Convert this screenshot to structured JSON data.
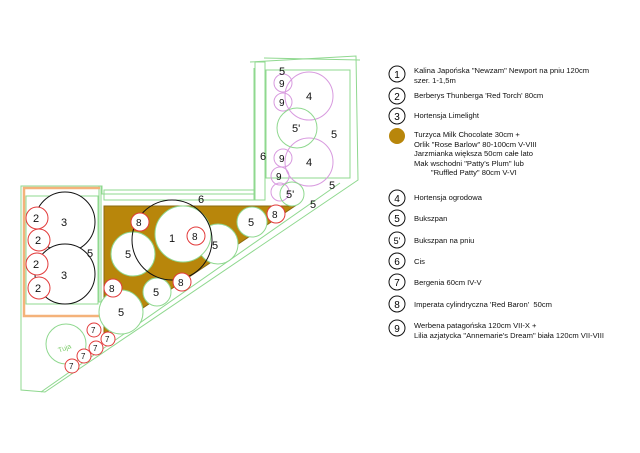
{
  "plan": {
    "shade_color": "#b8860b",
    "label_1": "1",
    "label_2": "2",
    "label_3": "3",
    "label_4": "4",
    "label_5": "5",
    "label_5p": "5'",
    "label_6": "6",
    "label_7": "7",
    "label_8": "8",
    "label_9": "9",
    "tuja": "Tuja"
  },
  "legend": {
    "items": [
      {
        "num": "1",
        "text": "Kalina Japońska \"Newzam\" Newport na pniu 120cm\nszer. 1-1,5m"
      },
      {
        "num": "2",
        "text": "Berberys Thunberga 'Red Torch' 80cm"
      },
      {
        "num": "3",
        "text": "Hortensja Limelight"
      },
      {
        "num": "",
        "text": "Turzyca Milk Chocolate 30cm +\nOrlik \"Rose Barlow\" 80-100cm V-VIII\nJarzmianka większa 50cm całe lato\nMak wschodni \"Patty's Plum\" lub\n        \"Ruffled Patty\" 80cm V-VI"
      },
      {
        "num": "4",
        "text": "Hortensja ogrodowa"
      },
      {
        "num": "5",
        "text": "Bukszpan"
      },
      {
        "num": "5'",
        "text": "Bukszpan na pniu"
      },
      {
        "num": "6",
        "text": "Cis"
      },
      {
        "num": "7",
        "text": "Bergenia 60cm IV-V"
      },
      {
        "num": "8",
        "text": "Imperata cylindryczna 'Red Baron'  50cm"
      },
      {
        "num": "9",
        "text": "Werbena patagońska 120cm VII-X +\nLilia azjatycka \"Annemarie's Dream\" biała 120cm VII-VIII"
      }
    ]
  }
}
